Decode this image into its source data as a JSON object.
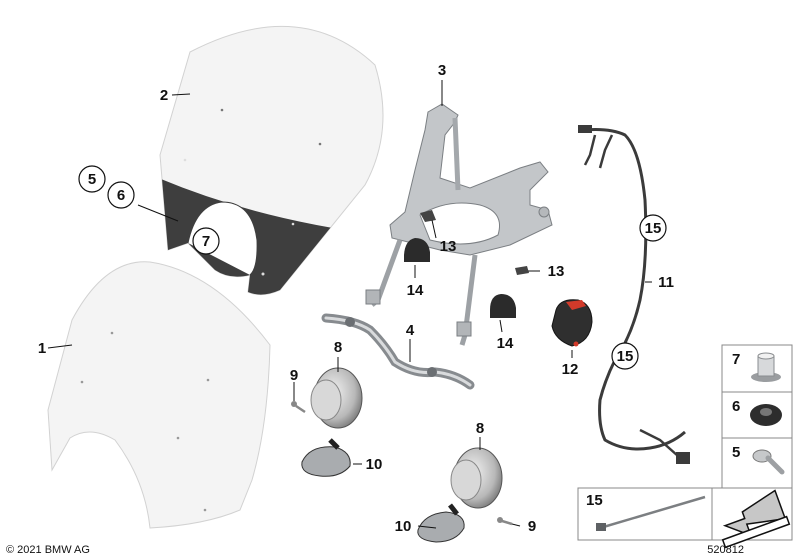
{
  "callouts": {
    "c1": "1",
    "c2": "2",
    "c3": "3",
    "c4": "4",
    "c5": "5",
    "c6": "6",
    "c7": "7",
    "c8a": "8",
    "c8b": "8",
    "c9a": "9",
    "c9b": "9",
    "c10a": "10",
    "c10b": "10",
    "c11": "11",
    "c12": "12",
    "c13a": "13",
    "c13b": "13",
    "c14a": "14",
    "c14b": "14",
    "c15a": "15",
    "c15b": "15"
  },
  "legend": {
    "row7": "7",
    "row6": "6",
    "row5": "5",
    "row15": "15"
  },
  "footer": {
    "copyright": "© 2021 BMW AG",
    "diagram_number": "520812"
  },
  "colors": {
    "windshield_tint": "#3e3e3e",
    "legend_bar": "#c7c7c7",
    "connector_red": "#d23a2a"
  }
}
